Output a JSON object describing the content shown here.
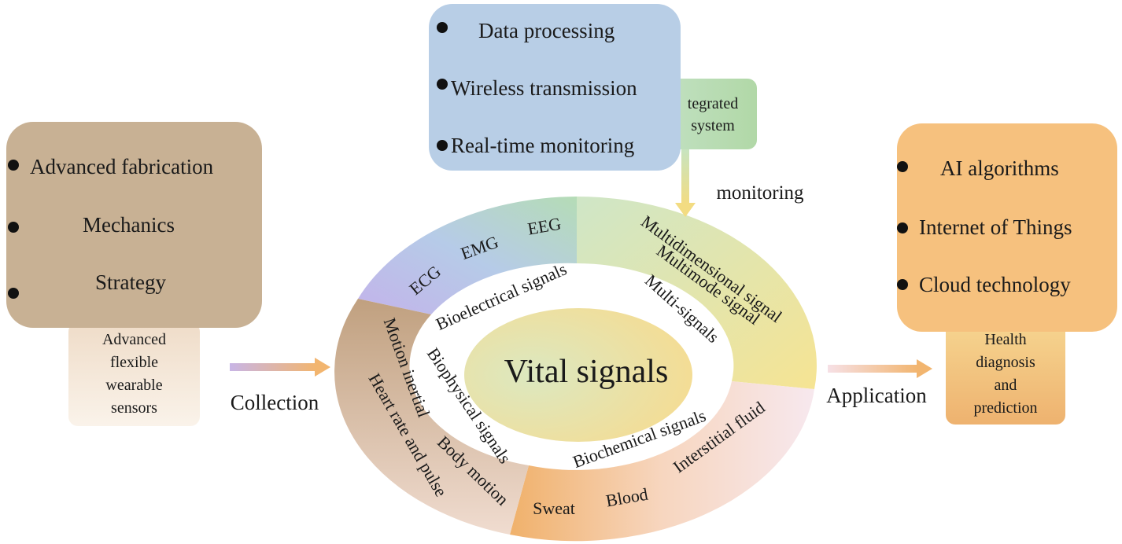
{
  "left": {
    "items": [
      "Advanced fabrication",
      "Mechanics",
      "Strategy"
    ],
    "sub_lines": [
      "Advanced",
      "flexible",
      "wearable",
      "sensors"
    ],
    "arrow_label": "Collection"
  },
  "top": {
    "items": [
      "Data processing",
      "Wireless transmission",
      "Real-time monitoring"
    ],
    "sub_lines": [
      "tegrated",
      "system"
    ],
    "arrow_label": "monitoring"
  },
  "right": {
    "items": [
      "AI algorithms",
      "Internet of Things",
      "Cloud technology"
    ],
    "sub_lines": [
      "Health",
      "diagnosis",
      "and",
      "prediction"
    ],
    "arrow_label": "Application"
  },
  "center": {
    "title": "Vital signals",
    "inner_labels": {
      "bioelectrical": "Bioelectrical signals",
      "multi": "Multi-signals",
      "biochemical": "Biochemical signals",
      "biophysical": "Biophysical signals"
    },
    "outer_labels": {
      "ecg": "ECG",
      "emg": "EMG",
      "eeg": "EEG",
      "multidimensional": "Multidimensional signal",
      "multimode": "Multimode signal",
      "interstitial": "Interstitial fluid",
      "blood": "Blood",
      "sweat": "Sweat",
      "body_motion": "Body motion",
      "heart_rate": "Heart rate and pulse",
      "motion_inertial": "Motion inertial"
    }
  },
  "colors": {
    "left_box": "#c9b293",
    "left_sub": "#f2e1cf",
    "top_box": "#b9cfe6",
    "top_sub": "#b9ddb3",
    "right_box": "#f5c07f",
    "right_sub": "#f3c98a",
    "bioelectrical_seg": "#b5c8e8",
    "multi_seg": "#f2eda0",
    "biochemical_seg": "#f4c891",
    "biophysical_seg": "#c8a98a",
    "center_fill": "#e8efc4"
  }
}
